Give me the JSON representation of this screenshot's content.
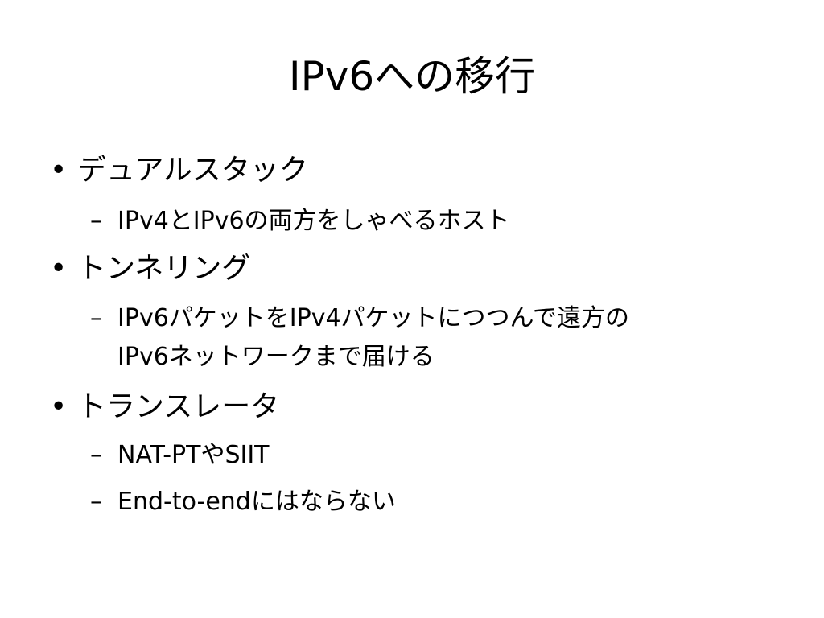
{
  "title": "IPv6への移行",
  "bullets": [
    {
      "label": "デュアルスタック",
      "subs": [
        {
          "lines": [
            "IPv4とIPv6の両方をしゃべるホスト"
          ]
        }
      ]
    },
    {
      "label": "トンネリング",
      "subs": [
        {
          "lines": [
            "IPv6パケットをIPv4パケットにつつんで遠方の",
            "IPv6ネットワークまで届ける"
          ]
        }
      ]
    },
    {
      "label": "トランスレータ",
      "subs": [
        {
          "lines": [
            "NAT-PTやSIIT"
          ]
        },
        {
          "lines": [
            "End-to-endにはならない"
          ]
        }
      ]
    }
  ],
  "markers": {
    "bullet": "•",
    "dash": "–"
  }
}
